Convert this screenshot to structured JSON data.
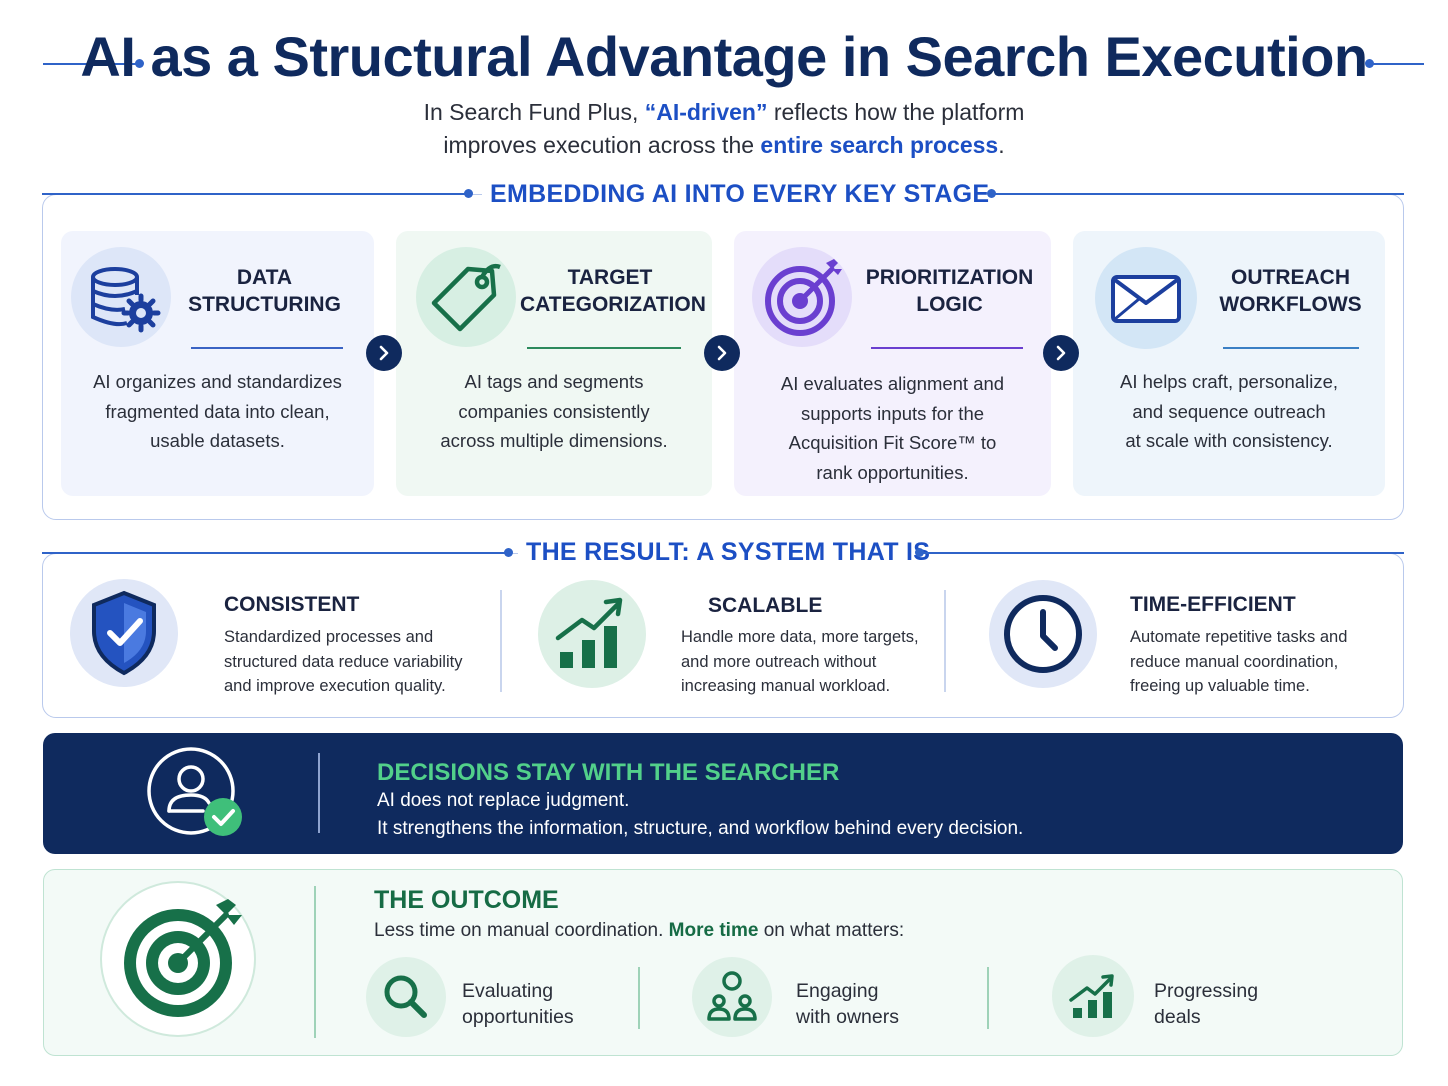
{
  "header": {
    "title": "AI as a Structural Advantage in Search Execution",
    "subtitle_part1": "In Search Fund Plus, ",
    "subtitle_highlight1": "“AI-driven”",
    "subtitle_part2": " reflects how the platform",
    "subtitle_part3": "improves execution across the ",
    "subtitle_highlight2": "entire search process",
    "subtitle_part4": "."
  },
  "stages_section": {
    "heading": "EMBEDDING AI INTO EVERY KEY STAGE",
    "stages": [
      {
        "title_line1": "DATA",
        "title_line2": "STRUCTURING",
        "icon": "database-gear-icon",
        "desc": [
          "AI organizes and standardizes",
          "fragmented data into clean,",
          "usable datasets."
        ]
      },
      {
        "title_line1": "TARGET",
        "title_line2": "CATEGORIZATION",
        "icon": "tag-icon",
        "desc": [
          "AI tags and segments",
          "companies consistently",
          "across multiple dimensions."
        ]
      },
      {
        "title_line1": "PRIORITIZATION",
        "title_line2": "LOGIC",
        "icon": "target-arrow-icon",
        "desc": [
          "AI evaluates alignment and",
          "supports inputs for the",
          "Acquisition Fit Score™ to",
          "rank opportunities."
        ]
      },
      {
        "title_line1": "OUTREACH",
        "title_line2": "WORKFLOWS",
        "icon": "envelope-icon",
        "desc": [
          "AI helps craft, personalize,",
          "and sequence outreach",
          "at scale with consistency."
        ]
      }
    ]
  },
  "result_section": {
    "heading": "THE RESULT: A SYSTEM THAT IS",
    "items": [
      {
        "title": "CONSISTENT",
        "icon": "shield-check-icon",
        "desc": [
          "Standardized processes and",
          "structured data reduce variability",
          "and improve execution quality."
        ]
      },
      {
        "title": "SCALABLE",
        "icon": "growth-chart-icon",
        "desc": [
          "Handle more data, more targets,",
          "and more outreach without",
          "increasing manual workload."
        ]
      },
      {
        "title": "TIME-EFFICIENT",
        "icon": "clock-icon",
        "desc": [
          "Automate repetitive tasks and",
          "reduce manual coordination,",
          "freeing up valuable time."
        ]
      }
    ]
  },
  "decisions": {
    "title": "DECISIONS STAY WITH THE SEARCHER",
    "line1": "AI does not replace judgment.",
    "line2": "It strengthens the information, structure, and workflow behind every decision.",
    "icon": "user-check-icon"
  },
  "outcome": {
    "title": "THE OUTCOME",
    "sub_part1": "Less time on manual coordination. ",
    "sub_highlight": "More time",
    "sub_part2": " on what matters:",
    "icon": "target-arrow-icon",
    "items": [
      {
        "line1": "Evaluating",
        "line2": "opportunities",
        "icon": "magnifier-icon"
      },
      {
        "line1": "Engaging",
        "line2": "with owners",
        "icon": "people-icon"
      },
      {
        "line1": "Progressing",
        "line2": "deals",
        "icon": "growth-chart-icon"
      }
    ]
  },
  "colors": {
    "navy": "#0f2a5e",
    "blue": "#1c4fc4",
    "green": "#166b45",
    "bright_green": "#52d08a",
    "purple": "#6a3fd0"
  }
}
